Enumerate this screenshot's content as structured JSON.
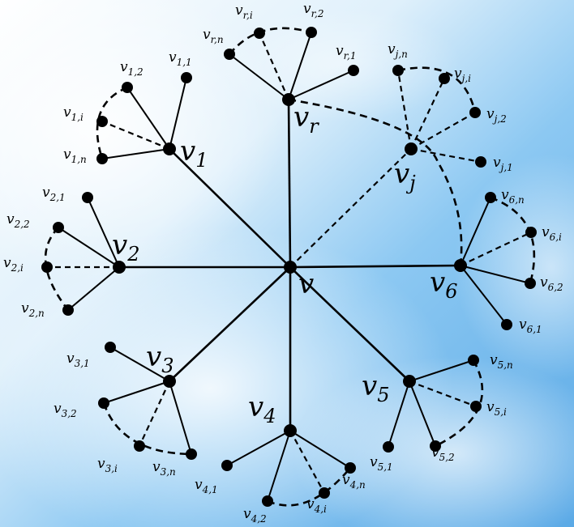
{
  "diagram": {
    "hub": {
      "label": "v"
    },
    "branches": [
      {
        "id": "v1",
        "label": "v",
        "index": "1",
        "leaves": [
          {
            "base": "v",
            "sub": "1,1"
          },
          {
            "base": "v",
            "sub": "1,2"
          },
          {
            "base": "v",
            "sub": "1,i"
          },
          {
            "base": "v",
            "sub": "1,n"
          }
        ]
      },
      {
        "id": "v2",
        "label": "v",
        "index": "2",
        "leaves": [
          {
            "base": "v",
            "sub": "2,1"
          },
          {
            "base": "v",
            "sub": "2,2"
          },
          {
            "base": "v",
            "sub": "2,i"
          },
          {
            "base": "v",
            "sub": "2,n"
          }
        ]
      },
      {
        "id": "v3",
        "label": "v",
        "index": "3",
        "leaves": [
          {
            "base": "v",
            "sub": "3,1"
          },
          {
            "base": "v",
            "sub": "3,2"
          },
          {
            "base": "v",
            "sub": "3,i"
          },
          {
            "base": "v",
            "sub": "3,n"
          }
        ]
      },
      {
        "id": "v4",
        "label": "v",
        "index": "4",
        "leaves": [
          {
            "base": "v",
            "sub": "4,1"
          },
          {
            "base": "v",
            "sub": "4,2"
          },
          {
            "base": "v",
            "sub": "4,i"
          },
          {
            "base": "v",
            "sub": "4,n"
          }
        ]
      },
      {
        "id": "v5",
        "label": "v",
        "index": "5",
        "leaves": [
          {
            "base": "v",
            "sub": "5,1"
          },
          {
            "base": "v",
            "sub": "5,2"
          },
          {
            "base": "v",
            "sub": "5,i"
          },
          {
            "base": "v",
            "sub": "5,n"
          }
        ]
      },
      {
        "id": "v6",
        "label": "v",
        "index": "6",
        "leaves": [
          {
            "base": "v",
            "sub": "6,1"
          },
          {
            "base": "v",
            "sub": "6,2"
          },
          {
            "base": "v",
            "sub": "6,i"
          },
          {
            "base": "v",
            "sub": "6,n"
          }
        ]
      },
      {
        "id": "vr",
        "label": "v",
        "index": "r",
        "leaves": [
          {
            "base": "v",
            "sub": "r,1"
          },
          {
            "base": "v",
            "sub": "r,2"
          },
          {
            "base": "v",
            "sub": "r,i"
          },
          {
            "base": "v",
            "sub": "r,n"
          }
        ]
      },
      {
        "id": "vj",
        "label": "v",
        "index": "j",
        "leaves": [
          {
            "base": "v",
            "sub": "j,1"
          },
          {
            "base": "v",
            "sub": "j,2"
          },
          {
            "base": "v",
            "sub": "j,i"
          },
          {
            "base": "v",
            "sub": "j,n"
          }
        ]
      }
    ]
  },
  "colors": {
    "sky_top": "#5aa9e6",
    "sky_mid": "#8cc8f2",
    "cloud": "#ffffff",
    "ink": "#000000"
  }
}
